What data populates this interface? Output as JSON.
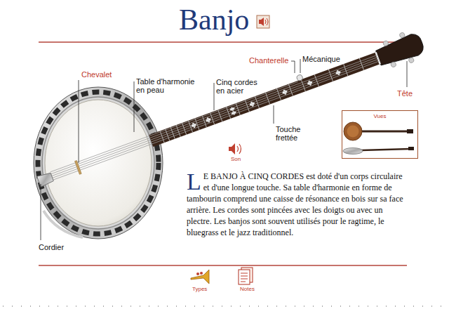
{
  "diagram": {
    "title": "Banjo",
    "nodes": [
      {
        "text": [
          "Vues"
        ]
      }
    ],
    "labels": [
      "Chevalet",
      "Table d'harmonie en peau",
      "Cinq cordes en acier",
      "Chanterelle",
      "Mécanique",
      "Tête",
      "Touche frettée",
      "Son",
      "LE BANJO À CINQ CORDES est doté d'un corps circulaire et d'une longue touche. Sa table d'harmonie en forme de tambourin comprend une caisse de résonance en bois sur sa face arrière. Les cordes sont pincées avec les doigts ou avec un plectre. Les banjos sont souvent utilisés pour le ragtime, le bluegrass et le jazz traditionnel.",
      "Cordier",
      "Types",
      "Notes"
    ]
  }
}
